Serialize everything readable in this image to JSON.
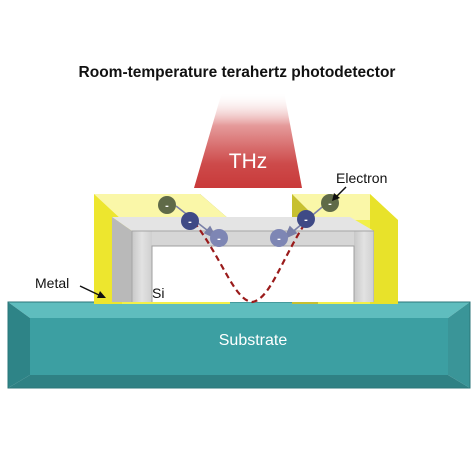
{
  "title": "Room-temperature terahertz photodetector",
  "labels": {
    "thz": "THz",
    "electron": "Electron",
    "metal": "Metal",
    "si": "Si",
    "substrate": "Substrate"
  },
  "electron_charge": "-",
  "colors": {
    "metal": "#f2f04a",
    "silicon": "#d2d2d2",
    "substrate": "#3c9fa2",
    "thz_beam": "#c93a3a",
    "electron_dark": "#3f4a86",
    "electron_light": "#7e86b4",
    "electron_olive": "#5f6a48",
    "wave": "#9a1b1b"
  }
}
